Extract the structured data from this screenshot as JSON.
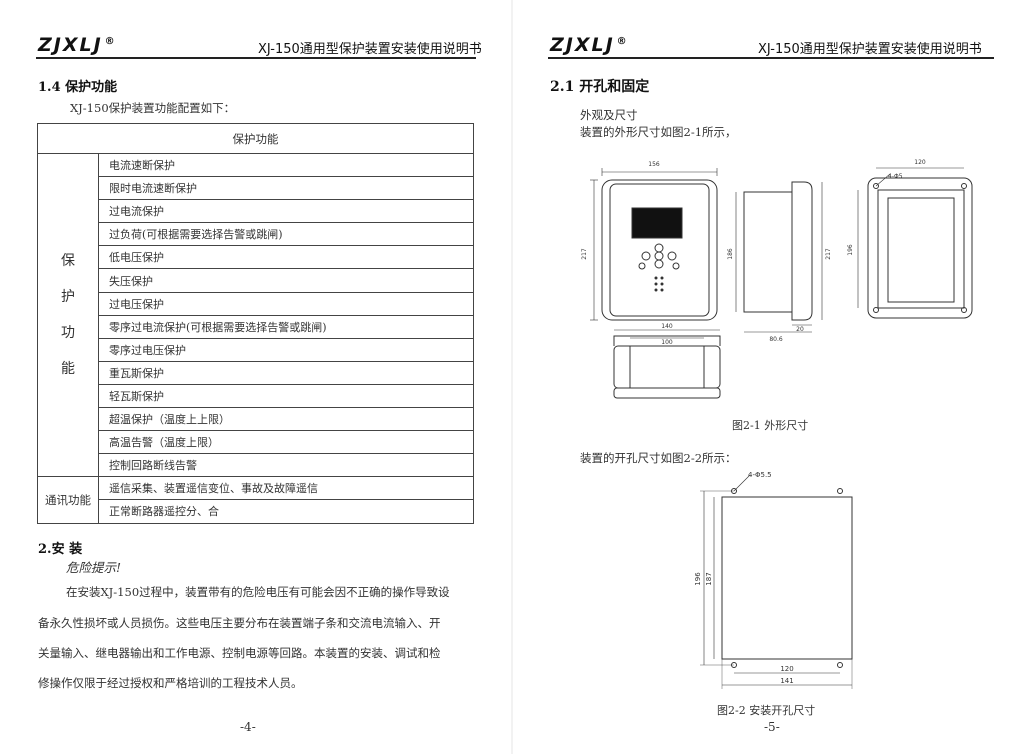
{
  "header": {
    "logo": "ZJXLJ",
    "registered": "®",
    "title": "XJ-150通用型保护装置安装使用说明书"
  },
  "left_page": {
    "section_title": "1.4 保护功能",
    "intro": "XJ-150保护装置功能配置如下：",
    "table": {
      "header": "保护功能",
      "group1": {
        "label_chars": [
          "保",
          "护",
          "功",
          "能"
        ],
        "items": [
          "电流速断保护",
          "限时电流速断保护",
          "过电流保护",
          "过负荷(可根据需要选择告警或跳闸)",
          "低电压保护",
          "失压保护",
          "过电压保护",
          "零序过电流保护(可根据需要选择告警或跳闸)",
          "零序过电压保护",
          "重瓦斯保护",
          "轻瓦斯保护",
          "超温保护（温度上上限）",
          "高温告警（温度上限）",
          "控制回路断线告警"
        ]
      },
      "group2": {
        "label": "通讯功能",
        "items": [
          "遥信采集、装置遥信变位、事故及故障遥信",
          "正常断路器遥控分、合"
        ]
      }
    },
    "section2_title": "2.安 装",
    "warning": "危险提示!",
    "paragraph_lines": [
      "在安装XJ-150过程中，装置带有的危险电压有可能会因不正确的操作导致设",
      "备永久性损坏或人员损伤。这些电压主要分布在装置端子条和交流电流输入、开",
      "关量输入、继电器输出和工作电源、控制电源等回路。本装置的安装、调试和检",
      "修操作仅限于经过授权和严格培训的工程技术人员。"
    ],
    "page_number": "-4-"
  },
  "right_page": {
    "section_title": "2.1 开孔和固定",
    "line1": "外观及尺寸",
    "line2": "装置的外形尺寸如图2-1所示，",
    "fig1_caption": "图2-1 外形尺寸",
    "line3": "装置的开孔尺寸如图2-2所示：",
    "fig2_caption": "图2-2 安装开孔尺寸",
    "page_number": "-5-",
    "fig1_dims": {
      "front_width": "156",
      "front_height": "217",
      "side_height_inner": "186",
      "side_height_outer": "217",
      "side_depth": "80.6",
      "side_flange": "20",
      "back_width": "120",
      "back_height": "196",
      "back_hole": "4-Φ5",
      "bottom_outer": "140",
      "bottom_inner": "100"
    },
    "fig2_dims": {
      "height_outer": "196",
      "height_inner": "187",
      "width_inner": "120",
      "width_outer": "141",
      "hole": "4-Φ5.5"
    }
  }
}
